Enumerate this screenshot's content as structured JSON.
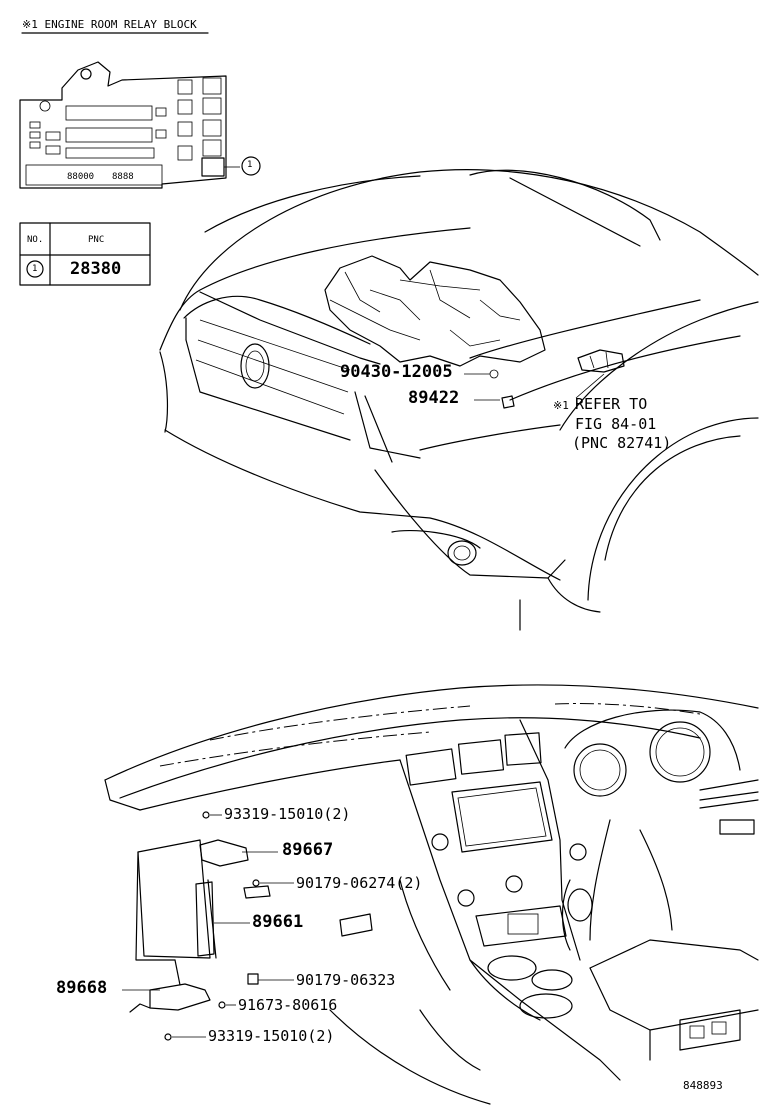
{
  "header": {
    "note": "※1 ENGINE ROOM RELAY BLOCK"
  },
  "table": {
    "col_no": "NO.",
    "col_pnc": "PNC",
    "row_no": "1",
    "row_pnc": "28380"
  },
  "callout_circle": "1",
  "relay_block": {
    "label_a": "88000",
    "label_b": "8888"
  },
  "parts": {
    "p1": "90430-12005",
    "p2": "89422",
    "p3": "93319-15010(2)",
    "p4": "89667",
    "p5": "90179-06274(2)",
    "p6": "89661",
    "p7": "89668",
    "p8": "90179-06323",
    "p9": "91673-80616",
    "p10": "93319-15010(2)"
  },
  "refer": {
    "marker": "※1",
    "line1": "REFER TO",
    "line2": "FIG 84-01",
    "line3": "(PNC 82741)"
  },
  "fig_id": "848893"
}
